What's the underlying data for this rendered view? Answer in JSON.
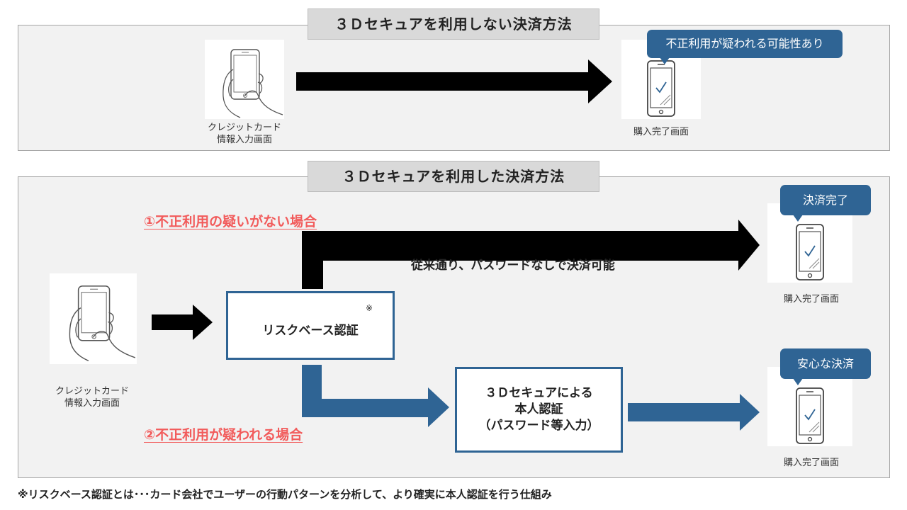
{
  "top_section": {
    "title": "３Ｄセキュアを利用しない決済方法",
    "input_caption_line1": "クレジットカード",
    "input_caption_line2": "情報入力画面",
    "result_caption": "購入完了画面",
    "bubble": "不正利用が疑われる可能性あり"
  },
  "bottom_section": {
    "title": "３Ｄセキュアを利用した決済方法",
    "input_caption_line1": "クレジットカード",
    "input_caption_line2": "情報入力画面",
    "case1_label": "①不正利用の疑いがない場合",
    "case1_description": "従来通り、パスワードなしで決済可能",
    "case2_label": "②不正利用が疑われる場合",
    "risk_box_label": "リスクベース認証",
    "risk_box_mark": "※",
    "auth_box_line1": "３Ｄセキュアによる",
    "auth_box_line2": "本人認証",
    "auth_box_line3": "（パスワード等入力）",
    "result1_caption": "購入完了画面",
    "result1_bubble": "決済完了",
    "result2_caption": "購入完了画面",
    "result2_bubble": "安心な決済"
  },
  "footnote": "※リスクベース認証とは･･･カード会社でユーザーの行動パターンを分析して、より確実に本人認証を行う仕組み",
  "colors": {
    "accent_blue": "#2f6494",
    "alert_red": "#f25b5b",
    "arrow_black": "#000000"
  },
  "icons": [
    "hand-phone-icon",
    "phone-check-icon"
  ]
}
